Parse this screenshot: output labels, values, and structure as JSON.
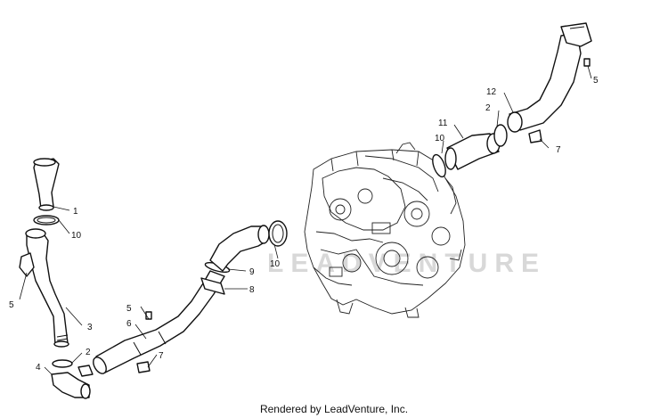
{
  "diagram": {
    "watermark": "LEADVENTURE",
    "footer": "Rendered by LeadVenture, Inc.",
    "callouts": [
      {
        "id": "c1",
        "label": "1"
      },
      {
        "id": "c10a",
        "label": "10"
      },
      {
        "id": "c5a",
        "label": "5"
      },
      {
        "id": "c3",
        "label": "3"
      },
      {
        "id": "c2a",
        "label": "2"
      },
      {
        "id": "c4",
        "label": "4"
      },
      {
        "id": "c5b",
        "label": "5"
      },
      {
        "id": "c6",
        "label": "6"
      },
      {
        "id": "c7a",
        "label": "7"
      },
      {
        "id": "c9",
        "label": "9"
      },
      {
        "id": "c8",
        "label": "8"
      },
      {
        "id": "c10b",
        "label": "10"
      },
      {
        "id": "c10c",
        "label": "10"
      },
      {
        "id": "c11",
        "label": "11"
      },
      {
        "id": "c2b",
        "label": "2"
      },
      {
        "id": "c12",
        "label": "12"
      },
      {
        "id": "c7b",
        "label": "7"
      },
      {
        "id": "c5c",
        "label": "5"
      }
    ]
  }
}
